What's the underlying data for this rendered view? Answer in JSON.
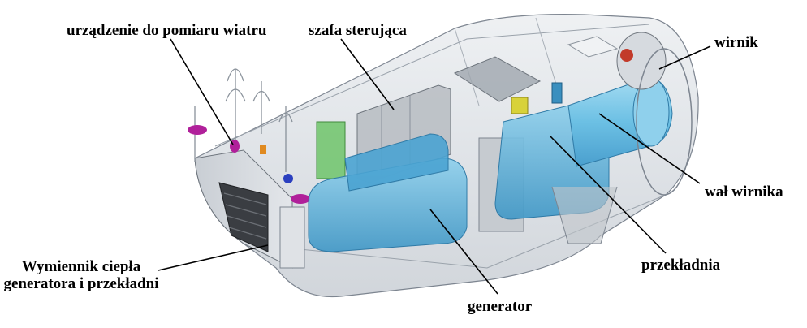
{
  "labels": {
    "wind": "urządzenie do pomiaru wiatru",
    "cabinet": "szafa sterująca",
    "rotor": "wirnik",
    "shaft": "wał wirnika",
    "gearbox": "przekładnia",
    "generator": "generator",
    "exchanger_line1": "Wymiennik ciepła",
    "exchanger_line2": "generatora i przekładni"
  },
  "colors": {
    "shell": "#cfd5dc",
    "shell_edge": "#7d8590",
    "cyan": "#5fb6dc",
    "cyan_dark": "#3a8fbf",
    "gray_box": "#b7bcc2",
    "green": "#6fc46a",
    "magenta": "#b0209a",
    "yellow": "#d8d23a",
    "leader": "#000000"
  }
}
